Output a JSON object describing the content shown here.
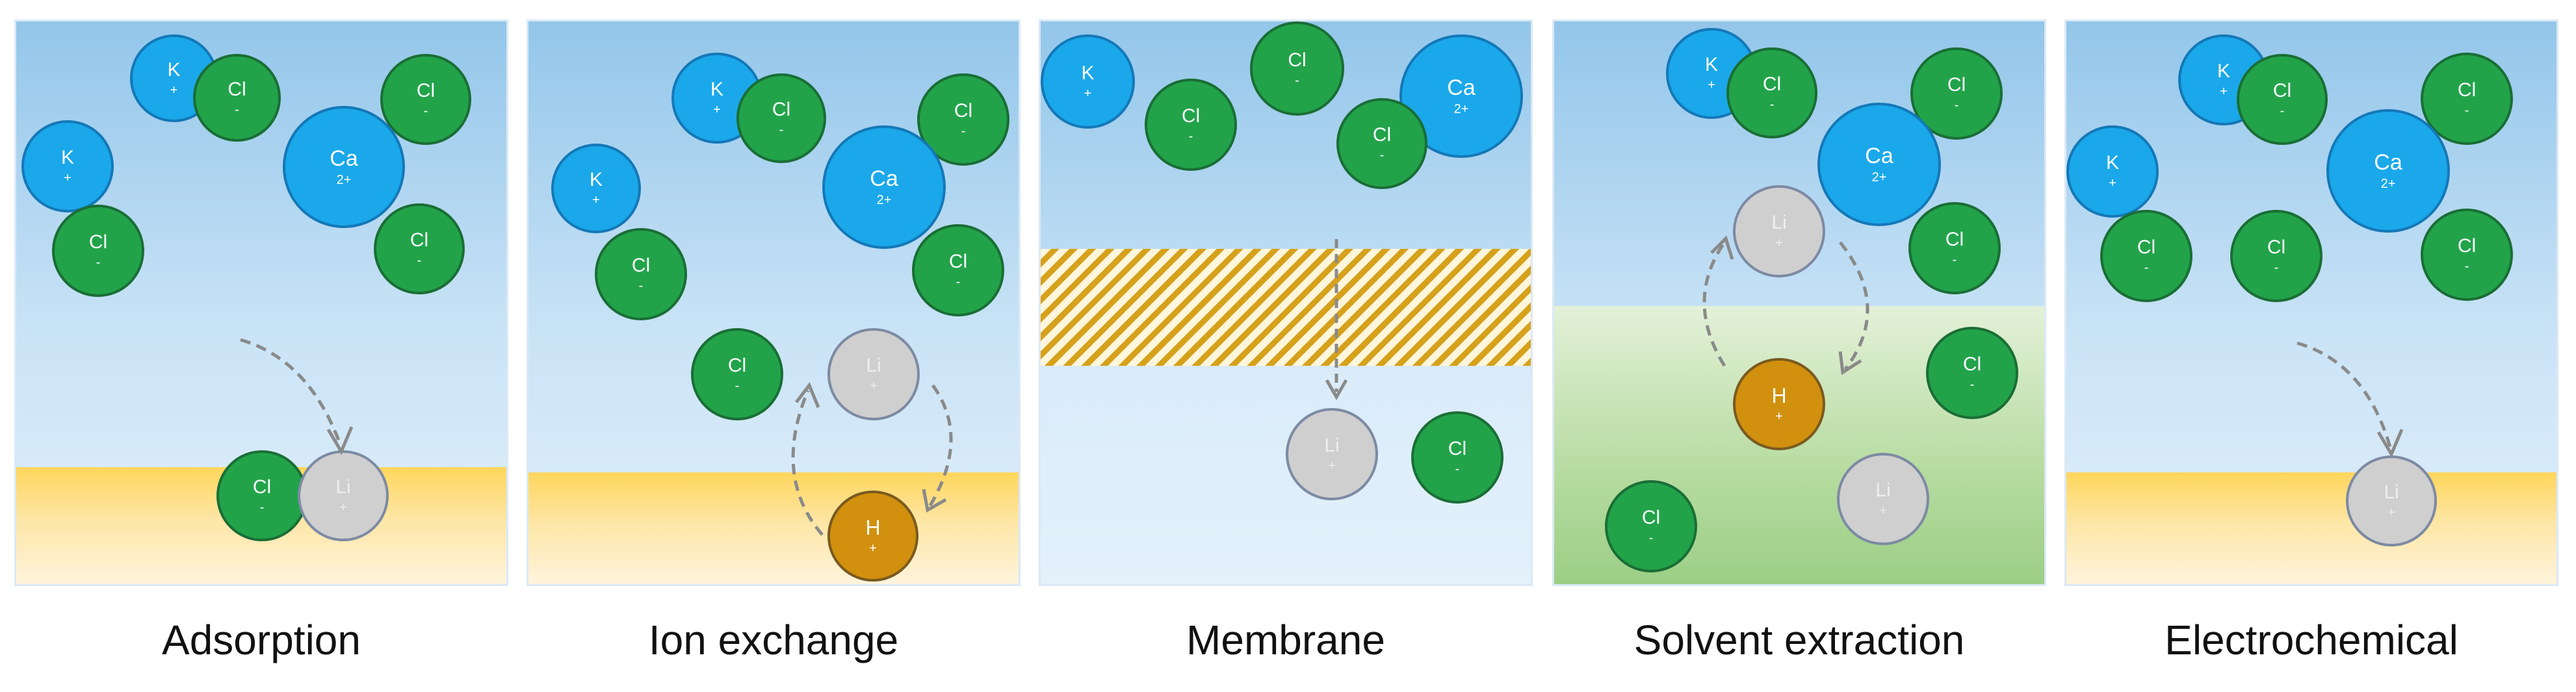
{
  "panels": [
    {
      "label": "Adsorption"
    },
    {
      "label": "Ion exchange"
    },
    {
      "label": "Membrane"
    },
    {
      "label": "Solvent extraction"
    },
    {
      "label": "Electrochemical"
    }
  ],
  "ions": {
    "cl": {
      "symbol": "Cl",
      "charge": "-"
    },
    "k": {
      "symbol": "K",
      "charge": "+"
    },
    "ca": {
      "symbol": "Ca",
      "charge": "2+"
    },
    "li": {
      "symbol": "Li",
      "charge": "+"
    },
    "h": {
      "symbol": "H",
      "charge": "+"
    }
  },
  "colors": {
    "chloride": "#22a34a",
    "cation_k_ca": "#1aa8ea",
    "lithium": "#cfcfcf",
    "proton": "#d1900d",
    "sorbent_layer": "#ffd65c",
    "membrane_hatch": "#d6a11b",
    "organic_phase": "#b6dba0",
    "water": "#93c6ea"
  }
}
